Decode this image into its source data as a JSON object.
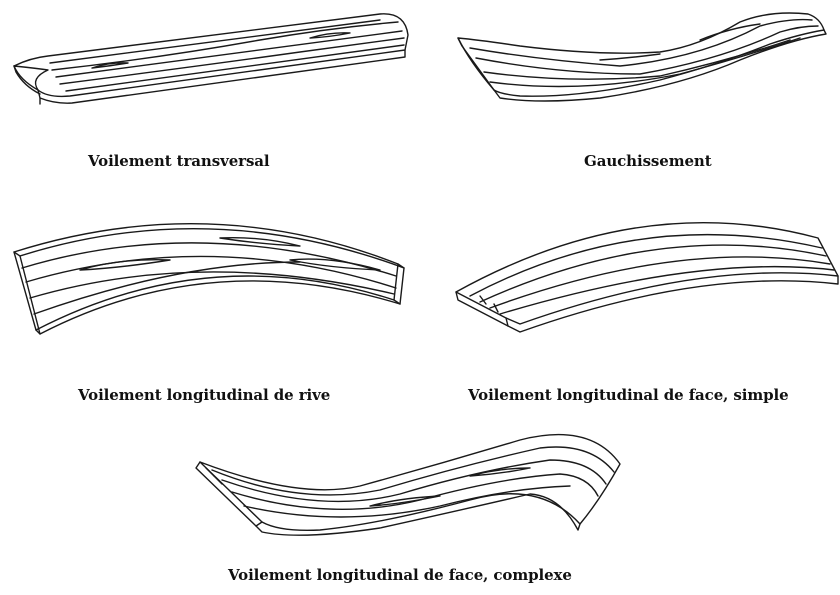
{
  "figures": [
    {
      "id": "cupping",
      "caption": "Voilement transversal"
    },
    {
      "id": "twist",
      "caption": "Gauchissement"
    },
    {
      "id": "crook",
      "caption": "Voilement longitudinal de rive"
    },
    {
      "id": "bow",
      "caption": "Voilement longitudinal de face, simple"
    },
    {
      "id": "complex-bow",
      "caption": "Voilement longitudinal de face, complexe"
    }
  ],
  "colors": {
    "ink": "#1a1a1a",
    "paper": "#ffffff"
  }
}
